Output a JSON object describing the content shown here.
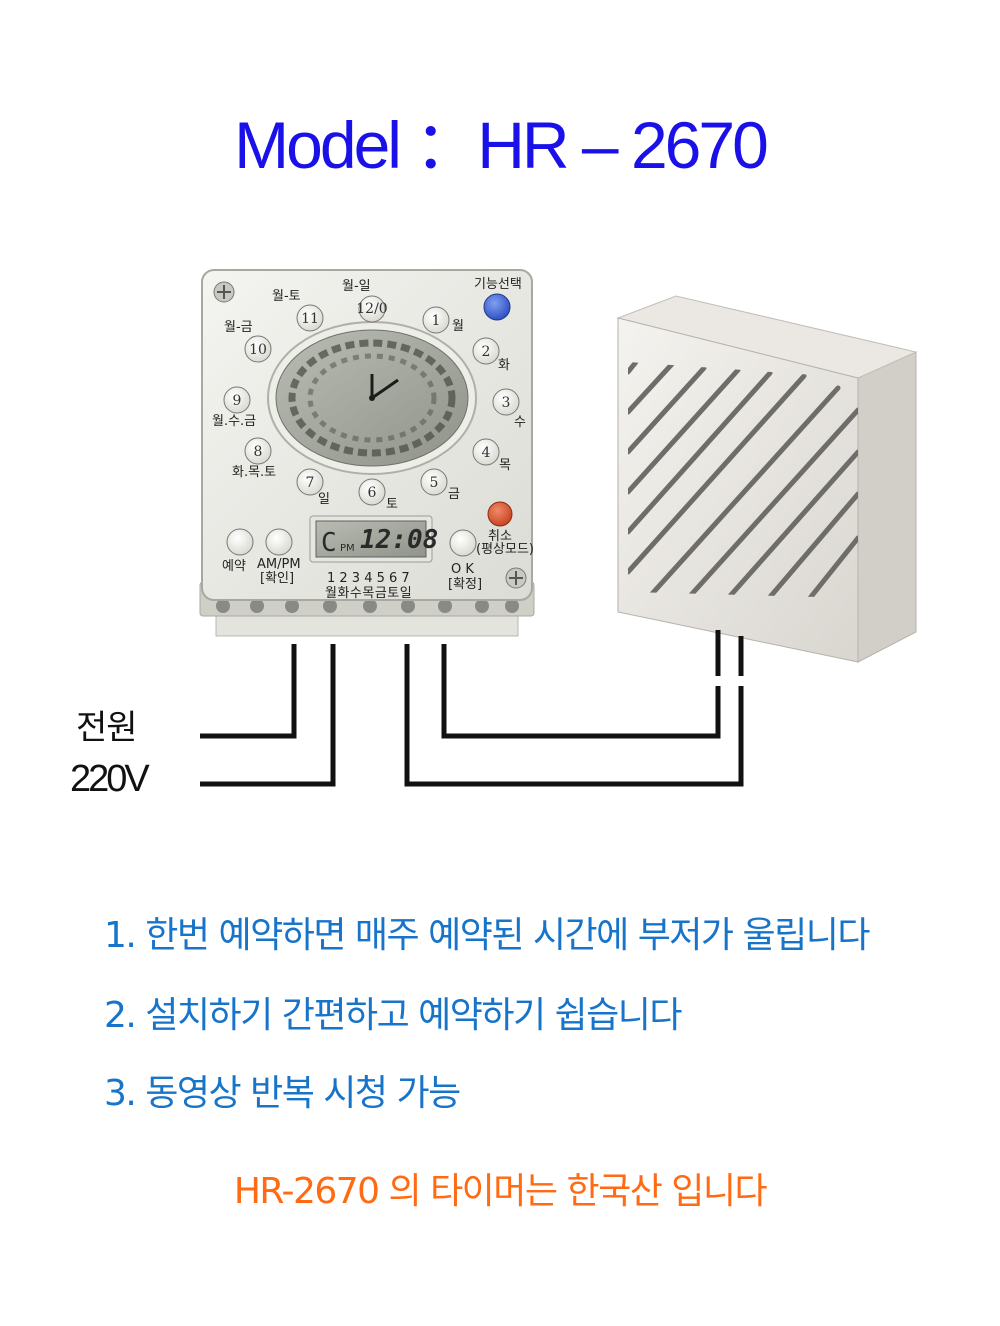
{
  "title": "Model ：HR – 2670",
  "power": {
    "line1": "전원",
    "line2": "220V"
  },
  "timer": {
    "buttons": [
      {
        "num": "12/0",
        "label": "월-일"
      },
      {
        "num": "1",
        "label": "월"
      },
      {
        "num": "2",
        "label": "화"
      },
      {
        "num": "3",
        "label": "수"
      },
      {
        "num": "4",
        "label": "목"
      },
      {
        "num": "5",
        "label": "금"
      },
      {
        "num": "6",
        "label": "토"
      },
      {
        "num": "7",
        "label": "일"
      },
      {
        "num": "8",
        "label": "화.목.토"
      },
      {
        "num": "9",
        "label": "월.수.금"
      },
      {
        "num": "10",
        "label": "월-금"
      },
      {
        "num": "11",
        "label": "월-토"
      }
    ],
    "function_select": "기능선택",
    "cancel_label": "취소",
    "cancel_sub": "(평상모드)",
    "reserve_label": "예약",
    "ampm_label": "AM/PM",
    "ampm_sub": "[확인]",
    "ok_label": "O K",
    "ok_sub": "[확정]",
    "lcd_pm": "PM",
    "lcd_time": "12:08",
    "day_numbers": "1 2 3 4 5 6 7",
    "day_names": "월화수목금토일"
  },
  "features": [
    "1.  한번 예약하면  매주 예약된 시간에 부저가 울립니다",
    "2. 설치하기  간편하고  예약하기 쉽습니다",
    "3.  동영상  반복 시청 가능"
  ],
  "origin": "HR-2670 의 타이머는  한국산  입니다",
  "colors": {
    "title": "#1a10e8",
    "features": "#1874c9",
    "origin": "#ff6a12"
  }
}
